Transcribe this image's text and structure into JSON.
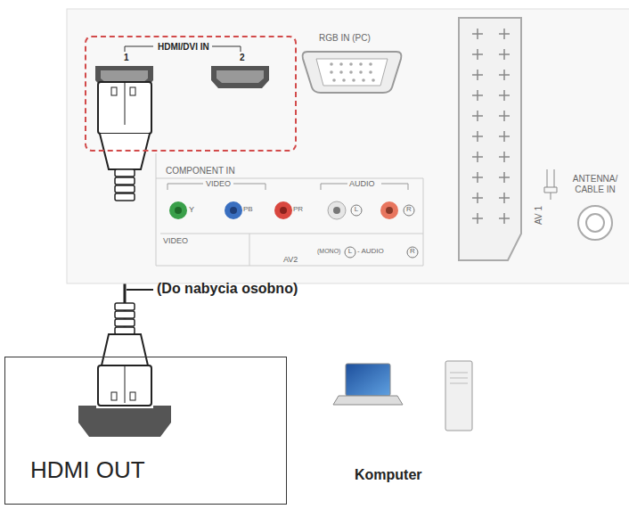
{
  "diagram": {
    "nodes": [
      {
        "text": [
          "HDMI/DVI IN",
          "1",
          "2"
        ]
      },
      {
        "text": [
          "HDMI OUT"
        ]
      }
    ],
    "edges": [
      {
        "from": 0,
        "to": 1,
        "arrow": "none"
      }
    ],
    "labels": [
      "RGB IN (PC)",
      "COMPONENT IN",
      "VIDEO",
      "Y",
      "PB",
      "PR",
      "AUDIO",
      "L",
      "R",
      "VIDEO",
      "AV2",
      "(MONO)",
      "L",
      "- AUDIO",
      "R",
      "AV 1",
      "ANTENNA/ CABLE IN",
      "(Do nabycia osobno)",
      "Komputer"
    ]
  }
}
